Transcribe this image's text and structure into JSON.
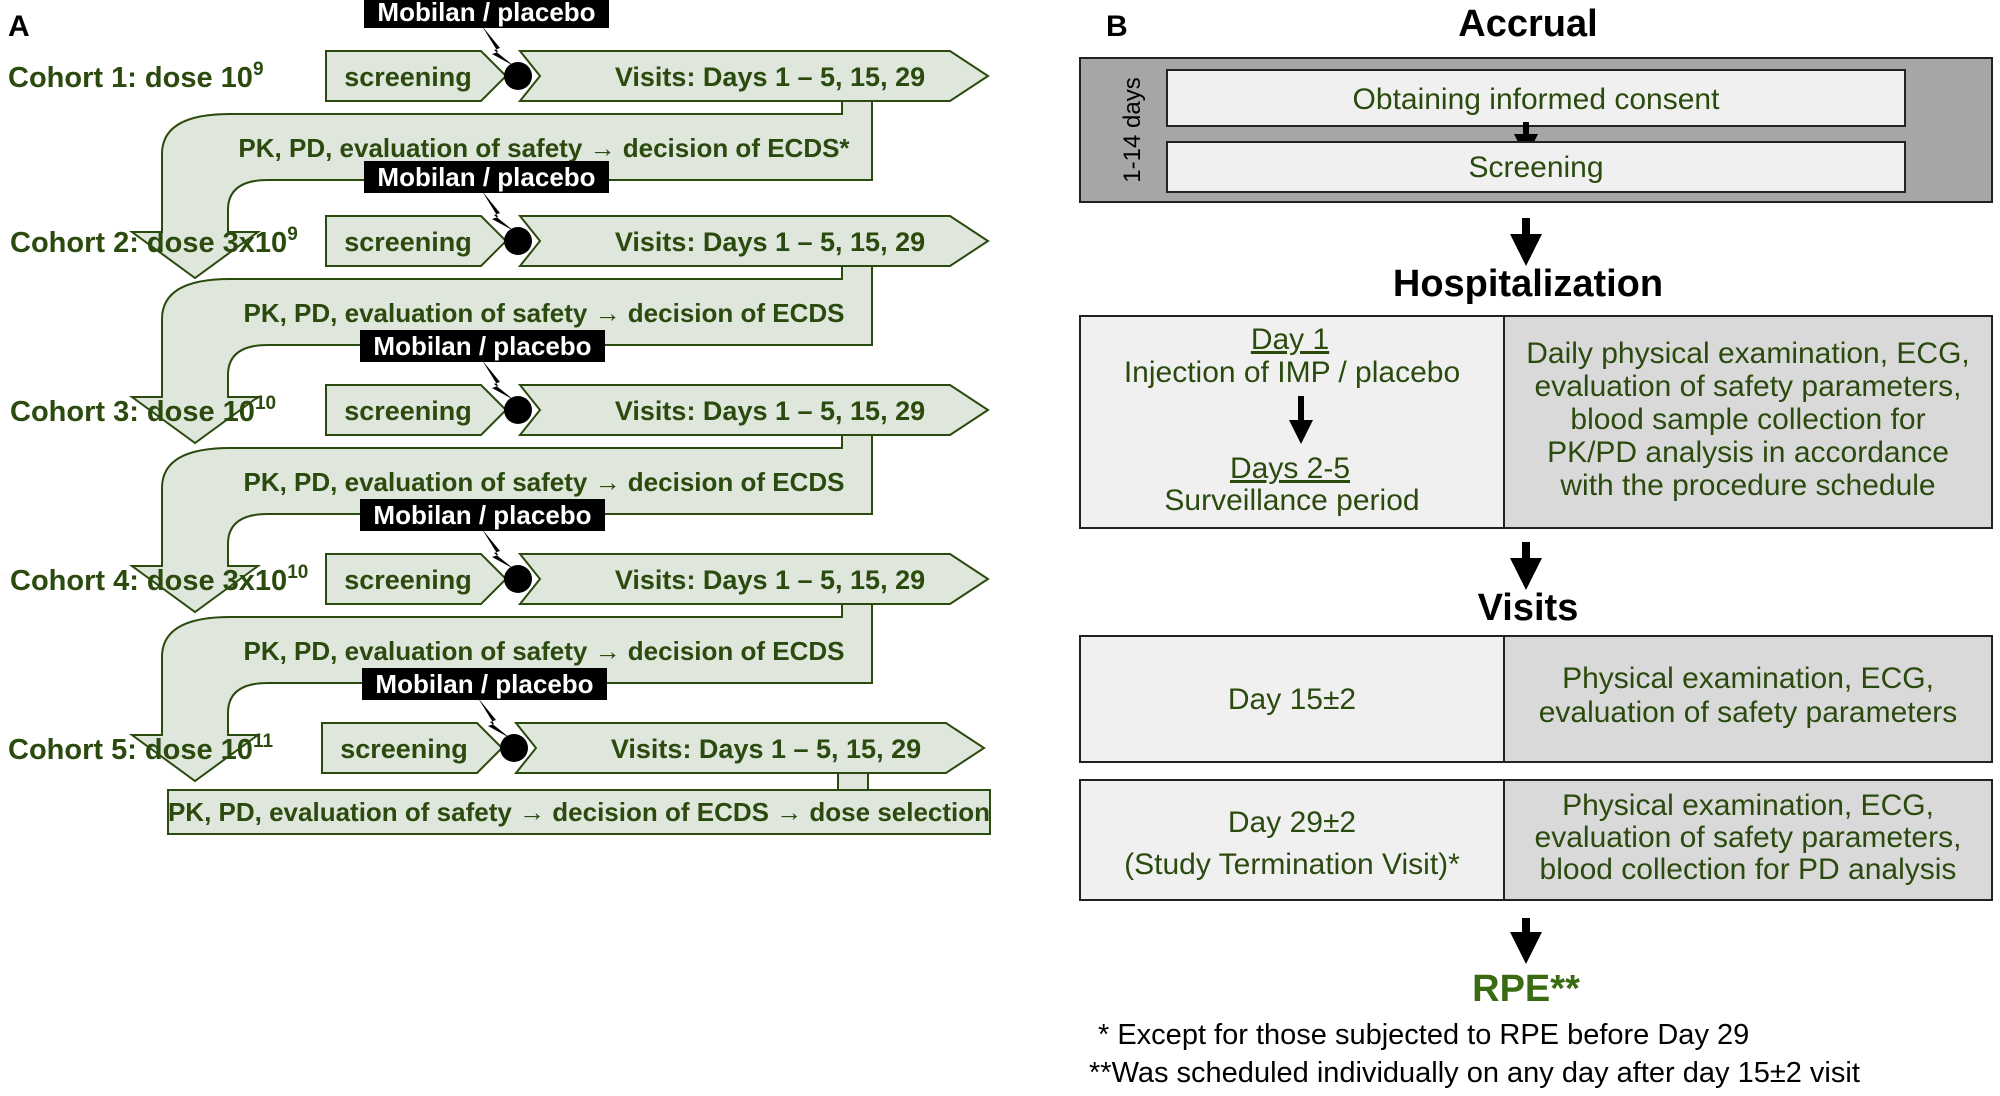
{
  "panel_a": {
    "label": "A",
    "cohorts": [
      {
        "name": "Cohort 1: dose 10",
        "sup": "9",
        "drug": "Mobilan / placebo",
        "screening": "screening",
        "visits": "Visits: Days 1 – 5, 15, 29",
        "feedback": "PK, PD, evaluation of safety → decision of ECDS*"
      },
      {
        "name": "Cohort 2: dose 3x10",
        "sup": "9",
        "drug": "Mobilan / placebo",
        "screening": "screening",
        "visits": "Visits: Days 1 – 5, 15, 29",
        "feedback": "PK, PD, evaluation of safety → decision of ECDS"
      },
      {
        "name": "Cohort 3: dose 10",
        "sup": "10",
        "drug": "Mobilan / placebo",
        "screening": "screening",
        "visits": "Visits: Days 1 – 5, 15, 29",
        "feedback": "PK, PD, evaluation of safety → decision of ECDS"
      },
      {
        "name": "Cohort 4: dose 3x10",
        "sup": "10",
        "drug": "Mobilan / placebo",
        "screening": "screening",
        "visits": "Visits: Days 1 – 5, 15, 29",
        "feedback": "PK, PD, evaluation of safety → decision of ECDS"
      },
      {
        "name": "Cohort 5: dose 10",
        "sup": "11",
        "drug": "Mobilan / placebo",
        "screening": "screening",
        "visits": "Visits: Days 1 – 5, 15, 29",
        "feedback": "PK, PD, evaluation of safety → decision of ECDS → dose selection"
      }
    ]
  },
  "panel_b": {
    "label": "B",
    "accrual": {
      "title": "Accrual",
      "period": "1-14 days",
      "step1": "Obtaining informed consent",
      "step2": "Screening"
    },
    "hospitalization": {
      "title": "Hospitalization",
      "day1_label": "Day 1",
      "day1_text": "Injection of IMP / placebo",
      "days25_label": "Days 2-5",
      "days25_text": "Surveillance period",
      "right_lines": [
        "Daily physical examination, ECG,",
        "evaluation of safety parameters,",
        "blood sample collection for",
        "PK/PD analysis in accordance",
        "with the procedure schedule"
      ]
    },
    "visits": {
      "title": "Visits",
      "visit1_left": "Day 15±2",
      "visit1_right": [
        "Physical examination, ECG,",
        "evaluation of safety parameters"
      ],
      "visit2_left": [
        "Day 29±2",
        "(Study Termination Visit)*"
      ],
      "visit2_right": [
        "Physical examination, ECG,",
        "evaluation of safety parameters,",
        "blood collection for PD analysis"
      ]
    },
    "rpe": "RPE**",
    "footnote1": "* Except for those subjected to RPE before Day 29",
    "footnote2": "**Was scheduled individually on any day after day 15±2 visit"
  }
}
